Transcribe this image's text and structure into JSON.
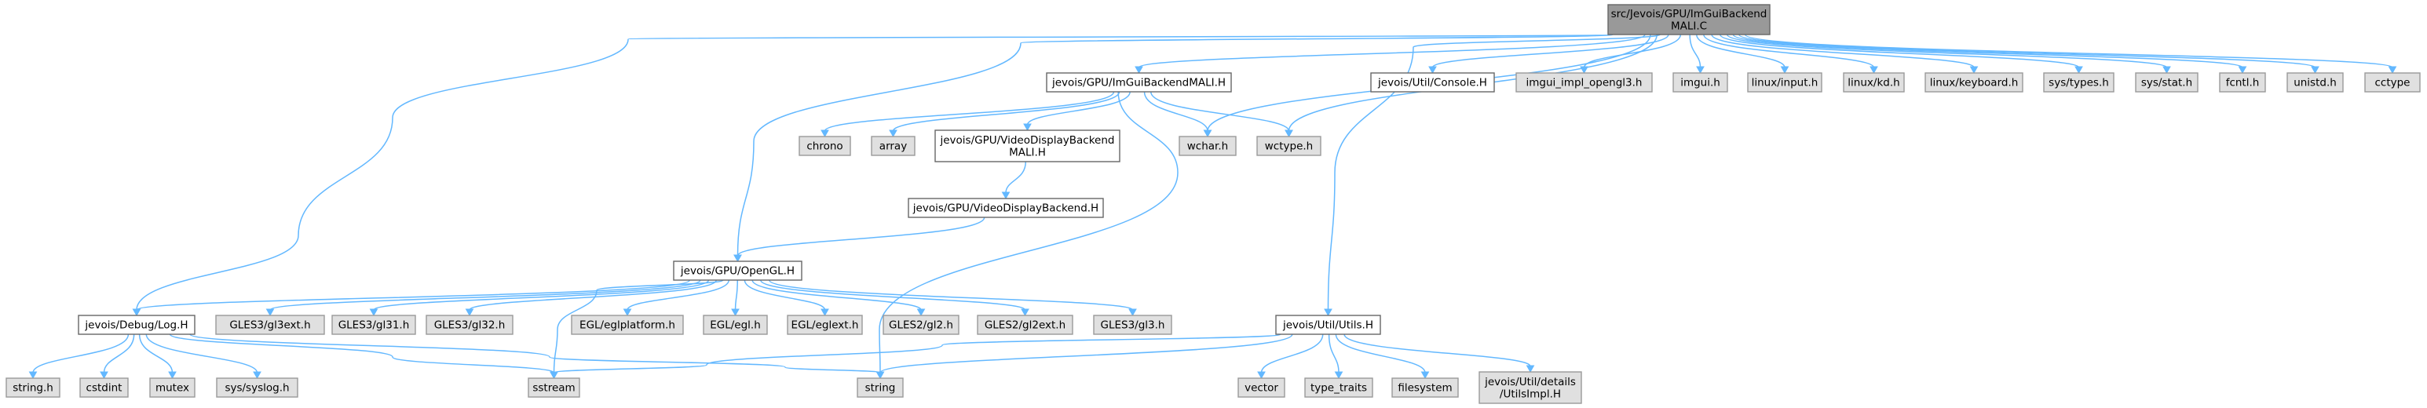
{
  "colors": {
    "root_fill": "#999999",
    "root_stroke": "#666666",
    "linked_fill": "#ffffff",
    "linked_stroke": "#666666",
    "system_fill": "#e0e0e0",
    "system_stroke": "#999999",
    "edge": "#63b8ff"
  },
  "nodes": [
    {
      "id": "root",
      "kind": "root",
      "lines": [
        "src/Jevois/GPU/ImGuiBackend",
        "MALI.C"
      ]
    },
    {
      "id": "backend_h",
      "kind": "linked",
      "lines": [
        "jevois/GPU/ImGuiBackendMALI.H"
      ]
    },
    {
      "id": "console",
      "kind": "linked",
      "lines": [
        "jevois/Util/Console.H"
      ]
    },
    {
      "id": "imgui_gl3",
      "kind": "system",
      "lines": [
        "imgui_impl_opengl3.h"
      ]
    },
    {
      "id": "imgui",
      "kind": "system",
      "lines": [
        "imgui.h"
      ]
    },
    {
      "id": "linux_input",
      "kind": "system",
      "lines": [
        "linux/input.h"
      ]
    },
    {
      "id": "linux_kd",
      "kind": "system",
      "lines": [
        "linux/kd.h"
      ]
    },
    {
      "id": "linux_kb",
      "kind": "system",
      "lines": [
        "linux/keyboard.h"
      ]
    },
    {
      "id": "sys_types",
      "kind": "system",
      "lines": [
        "sys/types.h"
      ]
    },
    {
      "id": "sys_stat",
      "kind": "system",
      "lines": [
        "sys/stat.h"
      ]
    },
    {
      "id": "fcntl",
      "kind": "system",
      "lines": [
        "fcntl.h"
      ]
    },
    {
      "id": "unistd",
      "kind": "system",
      "lines": [
        "unistd.h"
      ]
    },
    {
      "id": "cctype",
      "kind": "system",
      "lines": [
        "cctype"
      ]
    },
    {
      "id": "chrono",
      "kind": "system",
      "lines": [
        "chrono"
      ]
    },
    {
      "id": "array",
      "kind": "system",
      "lines": [
        "array"
      ]
    },
    {
      "id": "vdb_mali",
      "kind": "linked",
      "lines": [
        "jevois/GPU/VideoDisplayBackend",
        "MALI.H"
      ]
    },
    {
      "id": "wchar",
      "kind": "system",
      "lines": [
        "wchar.h"
      ]
    },
    {
      "id": "wctype",
      "kind": "system",
      "lines": [
        "wctype.h"
      ]
    },
    {
      "id": "vdb",
      "kind": "linked",
      "lines": [
        "jevois/GPU/VideoDisplayBackend.H"
      ]
    },
    {
      "id": "opengl",
      "kind": "linked",
      "lines": [
        "jevois/GPU/OpenGL.H"
      ]
    },
    {
      "id": "log",
      "kind": "linked",
      "lines": [
        "jevois/Debug/Log.H"
      ]
    },
    {
      "id": "gl3ext",
      "kind": "system",
      "lines": [
        "GLES3/gl3ext.h"
      ]
    },
    {
      "id": "gl31",
      "kind": "system",
      "lines": [
        "GLES3/gl31.h"
      ]
    },
    {
      "id": "gl32",
      "kind": "system",
      "lines": [
        "GLES3/gl32.h"
      ]
    },
    {
      "id": "eglplatform",
      "kind": "system",
      "lines": [
        "EGL/eglplatform.h"
      ]
    },
    {
      "id": "egl",
      "kind": "system",
      "lines": [
        "EGL/egl.h"
      ]
    },
    {
      "id": "eglext",
      "kind": "system",
      "lines": [
        "EGL/eglext.h"
      ]
    },
    {
      "id": "gl2",
      "kind": "system",
      "lines": [
        "GLES2/gl2.h"
      ]
    },
    {
      "id": "gl2ext",
      "kind": "system",
      "lines": [
        "GLES2/gl2ext.h"
      ]
    },
    {
      "id": "gl3",
      "kind": "system",
      "lines": [
        "GLES3/gl3.h"
      ]
    },
    {
      "id": "utils",
      "kind": "linked",
      "lines": [
        "jevois/Util/Utils.H"
      ]
    },
    {
      "id": "string_h",
      "kind": "system",
      "lines": [
        "string.h"
      ]
    },
    {
      "id": "cstdint",
      "kind": "system",
      "lines": [
        "cstdint"
      ]
    },
    {
      "id": "mutex",
      "kind": "system",
      "lines": [
        "mutex"
      ]
    },
    {
      "id": "syslog",
      "kind": "system",
      "lines": [
        "sys/syslog.h"
      ]
    },
    {
      "id": "sstream",
      "kind": "system",
      "lines": [
        "sstream"
      ]
    },
    {
      "id": "string",
      "kind": "system",
      "lines": [
        "string"
      ]
    },
    {
      "id": "vector",
      "kind": "system",
      "lines": [
        "vector"
      ]
    },
    {
      "id": "type_traits",
      "kind": "system",
      "lines": [
        "type_traits"
      ]
    },
    {
      "id": "filesystem",
      "kind": "system",
      "lines": [
        "filesystem"
      ]
    },
    {
      "id": "utilsimpl",
      "kind": "system",
      "lines": [
        "jevois/Util/details",
        "/UtilsImpl.H"
      ]
    }
  ],
  "edges": [
    [
      "root",
      "backend_h"
    ],
    [
      "root",
      "console"
    ],
    [
      "root",
      "imgui_gl3"
    ],
    [
      "root",
      "imgui"
    ],
    [
      "root",
      "linux_input"
    ],
    [
      "root",
      "linux_kd"
    ],
    [
      "root",
      "linux_kb"
    ],
    [
      "root",
      "sys_types"
    ],
    [
      "root",
      "sys_stat"
    ],
    [
      "root",
      "fcntl"
    ],
    [
      "root",
      "unistd"
    ],
    [
      "root",
      "cctype"
    ],
    [
      "root",
      "wchar"
    ],
    [
      "root",
      "wctype"
    ],
    [
      "root",
      "opengl"
    ],
    [
      "root",
      "log"
    ],
    [
      "root",
      "utils"
    ],
    [
      "backend_h",
      "chrono"
    ],
    [
      "backend_h",
      "array"
    ],
    [
      "backend_h",
      "vdb_mali"
    ],
    [
      "backend_h",
      "wchar"
    ],
    [
      "backend_h",
      "wctype"
    ],
    [
      "backend_h",
      "string"
    ],
    [
      "vdb_mali",
      "vdb"
    ],
    [
      "vdb",
      "opengl"
    ],
    [
      "opengl",
      "log"
    ],
    [
      "opengl",
      "gl3ext"
    ],
    [
      "opengl",
      "gl31"
    ],
    [
      "opengl",
      "gl32"
    ],
    [
      "opengl",
      "eglplatform"
    ],
    [
      "opengl",
      "egl"
    ],
    [
      "opengl",
      "eglext"
    ],
    [
      "opengl",
      "gl2"
    ],
    [
      "opengl",
      "gl2ext"
    ],
    [
      "opengl",
      "gl3"
    ],
    [
      "opengl",
      "sstream"
    ],
    [
      "log",
      "string_h"
    ],
    [
      "log",
      "cstdint"
    ],
    [
      "log",
      "mutex"
    ],
    [
      "log",
      "syslog"
    ],
    [
      "log",
      "sstream"
    ],
    [
      "log",
      "string"
    ],
    [
      "utils",
      "sstream"
    ],
    [
      "utils",
      "string"
    ],
    [
      "utils",
      "vector"
    ],
    [
      "utils",
      "type_traits"
    ],
    [
      "utils",
      "filesystem"
    ],
    [
      "utils",
      "utilsimpl"
    ]
  ]
}
